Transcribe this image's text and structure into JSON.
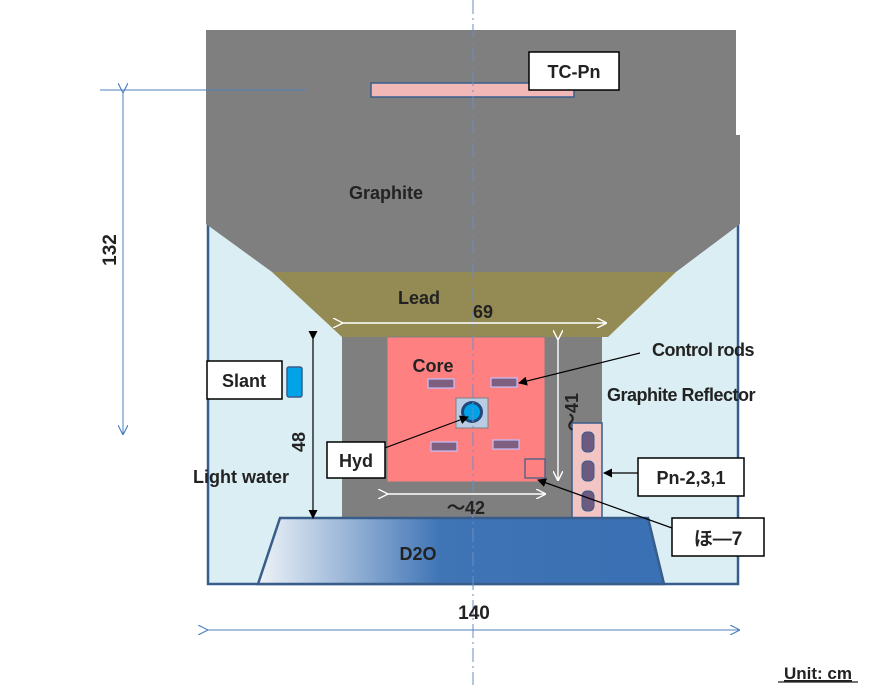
{
  "labels": {
    "tc_pn": "TC-Pn",
    "graphite": "Graphite",
    "lead": "Lead",
    "core": "Core",
    "control_rods": "Control rods",
    "graphite_reflector": "Graphite Reflector",
    "slant": "Slant",
    "hyd": "Hyd",
    "light_water": "Light water",
    "pn": "Pn-2,3,1",
    "ho7": "ほ―7",
    "d2o": "D2O",
    "unit": "Unit: cm"
  },
  "dimensions": {
    "height_132": "132",
    "width_69": "69",
    "width_42": "～42",
    "height_41": "～41",
    "height_48": "48",
    "width_140": "140"
  },
  "colors": {
    "graphite": "#7f7f7f",
    "lead": "#948a54",
    "core": "#ff8080",
    "light_water": "#dbeef3",
    "outline": "#385d8a",
    "tc_pn": "#f2b8b8",
    "d2o_dark": "#3a72b8",
    "d2o_light": "#dbe5f1",
    "dimension_line": "#4f81bd"
  }
}
